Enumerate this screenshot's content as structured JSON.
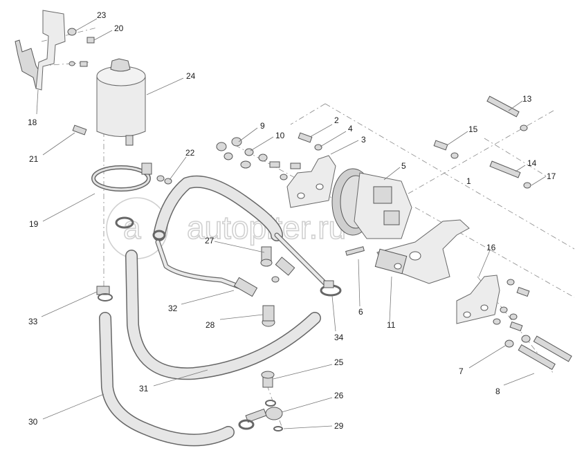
{
  "watermark": "autopiter.ru",
  "callouts": [
    {
      "id": "1",
      "text": "1"
    },
    {
      "id": "2",
      "text": "2"
    },
    {
      "id": "3",
      "text": "3"
    },
    {
      "id": "4",
      "text": "4"
    },
    {
      "id": "5",
      "text": "5"
    },
    {
      "id": "6",
      "text": "6"
    },
    {
      "id": "7",
      "text": "7"
    },
    {
      "id": "8",
      "text": "8"
    },
    {
      "id": "9",
      "text": "9"
    },
    {
      "id": "10",
      "text": "10"
    },
    {
      "id": "11",
      "text": "11"
    },
    {
      "id": "13",
      "text": "13"
    },
    {
      "id": "14",
      "text": "14"
    },
    {
      "id": "15",
      "text": "15"
    },
    {
      "id": "16",
      "text": "16"
    },
    {
      "id": "17",
      "text": "17"
    },
    {
      "id": "18",
      "text": "18"
    },
    {
      "id": "19",
      "text": "19"
    },
    {
      "id": "20",
      "text": "20"
    },
    {
      "id": "21",
      "text": "21"
    },
    {
      "id": "22",
      "text": "22"
    },
    {
      "id": "23",
      "text": "23"
    },
    {
      "id": "24",
      "text": "24"
    },
    {
      "id": "25",
      "text": "25"
    },
    {
      "id": "26",
      "text": "26"
    },
    {
      "id": "27",
      "text": "27"
    },
    {
      "id": "28",
      "text": "28"
    },
    {
      "id": "29",
      "text": "29"
    },
    {
      "id": "30",
      "text": "30"
    },
    {
      "id": "31",
      "text": "31"
    },
    {
      "id": "32",
      "text": "32"
    },
    {
      "id": "33",
      "text": "33"
    },
    {
      "id": "34",
      "text": "34"
    }
  ]
}
